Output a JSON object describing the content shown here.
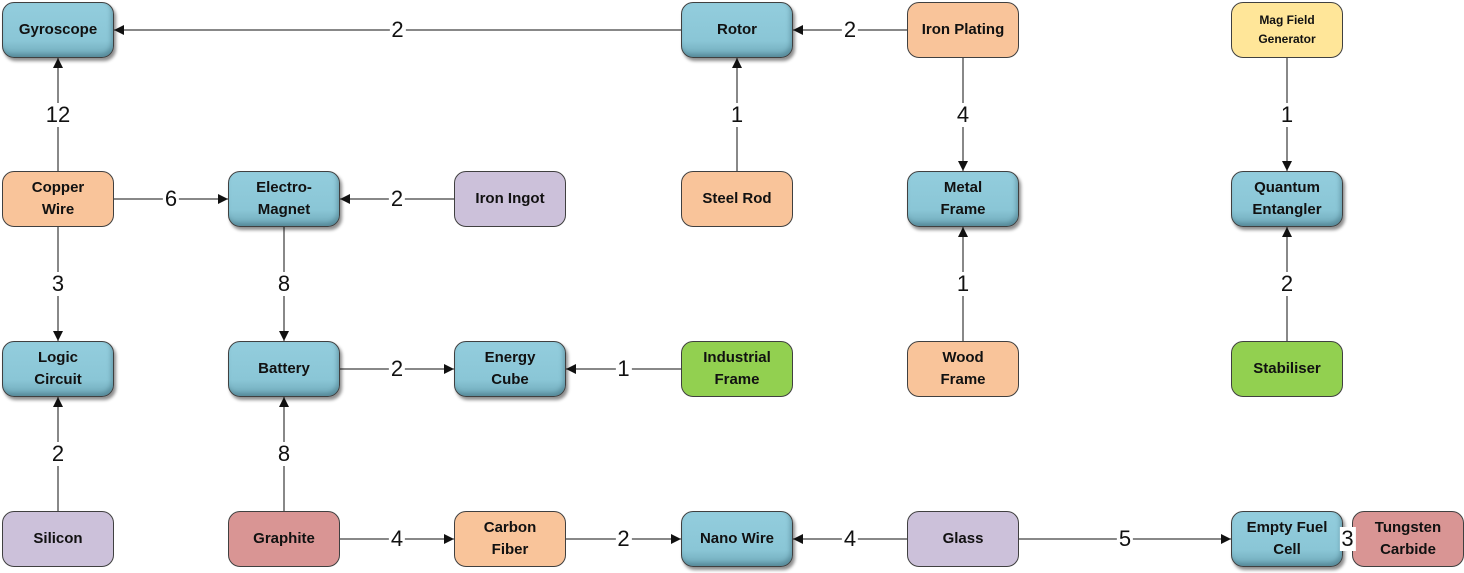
{
  "colors": {
    "crafted": "#92cddc",
    "orange": "#f9c49a",
    "lavender": "#ccc1da",
    "green": "#92d050",
    "red": "#d99594",
    "yellow": "#ffe699",
    "edge": "#111111"
  },
  "nodes": [
    {
      "id": "gyroscope",
      "label": "Gyroscope",
      "type": "crafted",
      "col": 0,
      "row": 0
    },
    {
      "id": "rotor",
      "label": "Rotor",
      "type": "crafted",
      "col": 3,
      "row": 0
    },
    {
      "id": "iron-plating",
      "label": "Iron Plating",
      "type": "orange",
      "col": 4,
      "row": 0
    },
    {
      "id": "mag-field-generator",
      "label": "Mag Field\nGenerator",
      "type": "yellow",
      "col": 5,
      "row": 0,
      "small": true
    },
    {
      "id": "copper-wire",
      "label": "Copper\nWire",
      "type": "orange",
      "col": 0,
      "row": 1
    },
    {
      "id": "electro-magnet",
      "label": "Electro-\nMagnet",
      "type": "crafted",
      "col": 1,
      "row": 1
    },
    {
      "id": "iron-ingot",
      "label": "Iron Ingot",
      "type": "lavender",
      "col": 2,
      "row": 1
    },
    {
      "id": "steel-rod",
      "label": "Steel Rod",
      "type": "orange",
      "col": 3,
      "row": 1
    },
    {
      "id": "metal-frame",
      "label": "Metal\nFrame",
      "type": "crafted",
      "col": 4,
      "row": 1
    },
    {
      "id": "quantum-entangler",
      "label": "Quantum\nEntangler",
      "type": "crafted",
      "col": 5,
      "row": 1
    },
    {
      "id": "logic-circuit",
      "label": "Logic\nCircuit",
      "type": "crafted",
      "col": 0,
      "row": 2
    },
    {
      "id": "battery",
      "label": "Battery",
      "type": "crafted",
      "col": 1,
      "row": 2
    },
    {
      "id": "energy-cube",
      "label": "Energy\nCube",
      "type": "crafted",
      "col": 2,
      "row": 2
    },
    {
      "id": "industrial-frame",
      "label": "Industrial\nFrame",
      "type": "green",
      "col": 3,
      "row": 2
    },
    {
      "id": "wood-frame",
      "label": "Wood\nFrame",
      "type": "orange",
      "col": 4,
      "row": 2
    },
    {
      "id": "stabiliser",
      "label": "Stabiliser",
      "type": "green",
      "col": 5,
      "row": 2
    },
    {
      "id": "silicon",
      "label": "Silicon",
      "type": "lavender",
      "col": 0,
      "row": 3
    },
    {
      "id": "graphite",
      "label": "Graphite",
      "type": "red",
      "col": 1,
      "row": 3
    },
    {
      "id": "carbon-fiber",
      "label": "Carbon\nFiber",
      "type": "orange",
      "col": 2,
      "row": 3
    },
    {
      "id": "nano-wire",
      "label": "Nano Wire",
      "type": "crafted",
      "col": 3,
      "row": 3
    },
    {
      "id": "glass",
      "label": "Glass",
      "type": "lavender",
      "col": 4,
      "row": 3
    },
    {
      "id": "empty-fuel-cell",
      "label": "Empty Fuel\nCell",
      "type": "crafted",
      "col": 5,
      "row": 3
    },
    {
      "id": "tungsten-carbide",
      "label": "Tungsten\nCarbide",
      "type": "red",
      "col": 6,
      "row": 3
    }
  ],
  "edges": [
    {
      "from": "rotor",
      "to": "gyroscope",
      "qty": "2"
    },
    {
      "from": "iron-plating",
      "to": "rotor",
      "qty": "2"
    },
    {
      "from": "copper-wire",
      "to": "gyroscope",
      "qty": "12"
    },
    {
      "from": "steel-rod",
      "to": "rotor",
      "qty": "1"
    },
    {
      "from": "iron-plating",
      "to": "metal-frame",
      "qty": "4"
    },
    {
      "from": "mag-field-generator",
      "to": "quantum-entangler",
      "qty": "1"
    },
    {
      "from": "copper-wire",
      "to": "electro-magnet",
      "qty": "6"
    },
    {
      "from": "iron-ingot",
      "to": "electro-magnet",
      "qty": "2"
    },
    {
      "from": "copper-wire",
      "to": "logic-circuit",
      "qty": "3"
    },
    {
      "from": "electro-magnet",
      "to": "battery",
      "qty": "8"
    },
    {
      "from": "wood-frame",
      "to": "metal-frame",
      "qty": "1"
    },
    {
      "from": "stabiliser",
      "to": "quantum-entangler",
      "qty": "2"
    },
    {
      "from": "battery",
      "to": "energy-cube",
      "qty": "2"
    },
    {
      "from": "industrial-frame",
      "to": "energy-cube",
      "qty": "1"
    },
    {
      "from": "silicon",
      "to": "logic-circuit",
      "qty": "2"
    },
    {
      "from": "graphite",
      "to": "battery",
      "qty": "8"
    },
    {
      "from": "graphite",
      "to": "carbon-fiber",
      "qty": "4"
    },
    {
      "from": "carbon-fiber",
      "to": "nano-wire",
      "qty": "2"
    },
    {
      "from": "glass",
      "to": "nano-wire",
      "qty": "4"
    },
    {
      "from": "glass",
      "to": "empty-fuel-cell",
      "qty": "5"
    },
    {
      "from": "tungsten-carbide",
      "to": "empty-fuel-cell",
      "qty": "3"
    }
  ]
}
